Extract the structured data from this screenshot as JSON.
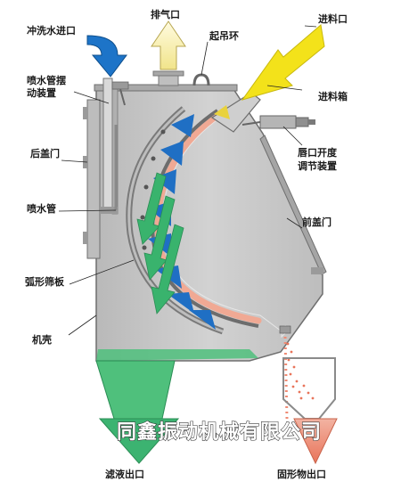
{
  "labels": {
    "wash_water_inlet": "冲洗水进口",
    "exhaust": "排气口",
    "lifting_ring": "起吊环",
    "feed_inlet": "进料口",
    "feed_box": "进料箱",
    "spray_swing_device": "喷水管摆动装置",
    "rear_door": "后盖门",
    "lip_adjust_device": "唇口开度调节装置",
    "spray_pipe": "喷水管",
    "front_door": "前盖门",
    "arc_screen": "弧形筛板",
    "machine_shell": "机壳",
    "filtrate_outlet": "滤液出口",
    "solids_outlet": "固形物出口"
  },
  "watermark": "同鑫振动机械有限公司",
  "colors": {
    "shell": "#c8c8c8",
    "shell_dark": "#8f8f8f",
    "feed_arrow": "#f3e21a",
    "spray": "#1f6fc4",
    "filtrate": "#3cb371",
    "solids": "#ef8a73",
    "exhaust_arrow": "#fff6b8"
  }
}
